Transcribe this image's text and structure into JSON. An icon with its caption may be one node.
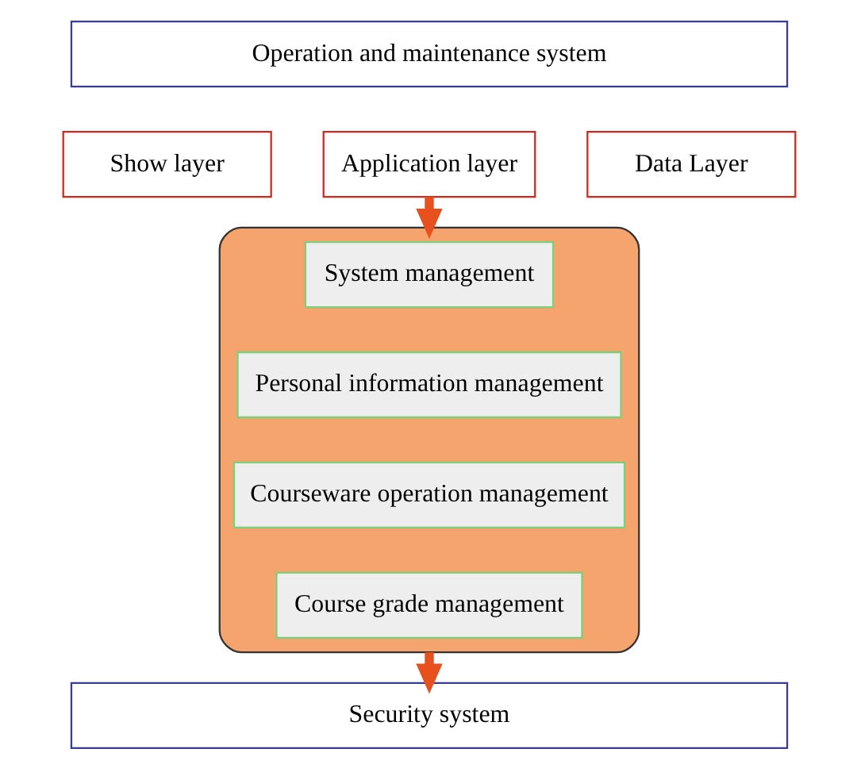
{
  "diagram": {
    "nodes": [
      {
        "text": [
          "Operation and maintenance system"
        ]
      },
      {
        "text": [
          "Show layer"
        ]
      },
      {
        "text": [
          "Application layer"
        ]
      },
      {
        "text": [
          "Data Layer"
        ]
      },
      {
        "text": [],
        "shape": "ellipse"
      },
      {
        "text": [
          "System management"
        ],
        "in": 4
      },
      {
        "text": [
          "Personal information management"
        ],
        "in": 4
      },
      {
        "text": [
          "Courseware operation management"
        ],
        "in": 4
      },
      {
        "text": [
          "Course grade management"
        ],
        "in": 4
      },
      {
        "text": [
          "Security system"
        ]
      }
    ],
    "edges": [
      {
        "from": 2,
        "to": 4,
        "arrow": "to"
      },
      {
        "from": 4,
        "to": 9,
        "arrow": "to"
      }
    ]
  }
}
